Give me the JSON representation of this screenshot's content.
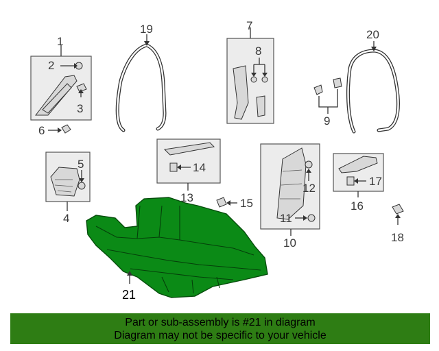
{
  "callouts": {
    "c1": "1",
    "c2": "2",
    "c3": "3",
    "c4": "4",
    "c5": "5",
    "c6": "6",
    "c7": "7",
    "c8": "8",
    "c9": "9",
    "c10": "10",
    "c11": "11",
    "c12": "12",
    "c13": "13",
    "c14": "14",
    "c15": "15",
    "c16": "16",
    "c17": "17",
    "c18": "18",
    "c19": "19",
    "c20": "20",
    "c21": "21"
  },
  "banner": {
    "line1": "Part or sub-assembly is #21 in diagram",
    "line2": "Diagram may not be specific to your vehicle"
  },
  "colors": {
    "highlight_part": "#0b8a16",
    "banner_bg": "#2e7d14"
  }
}
